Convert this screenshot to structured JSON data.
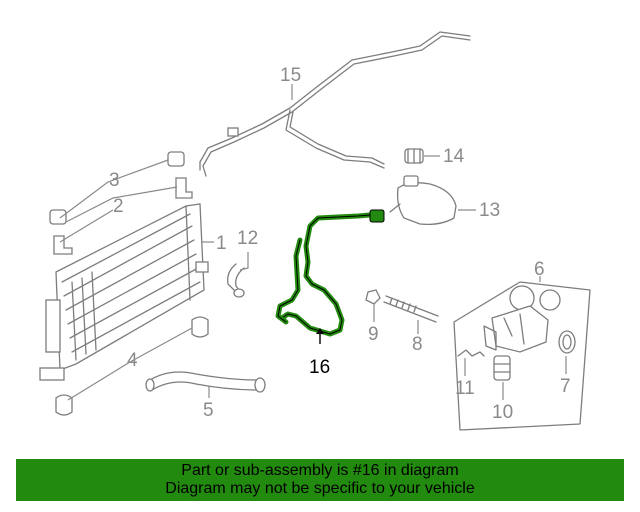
{
  "callouts": [
    "1",
    "2",
    "3",
    "4",
    "5",
    "6",
    "7",
    "8",
    "9",
    "10",
    "11",
    "12",
    "13",
    "14",
    "15",
    "16"
  ],
  "highlighted_part": "16",
  "highlight_color": "#228b0f",
  "banner": {
    "line1": "Part or sub-assembly is #16 in diagram",
    "line2": "Diagram may not be specific to your vehicle",
    "background": "#228b0f"
  }
}
